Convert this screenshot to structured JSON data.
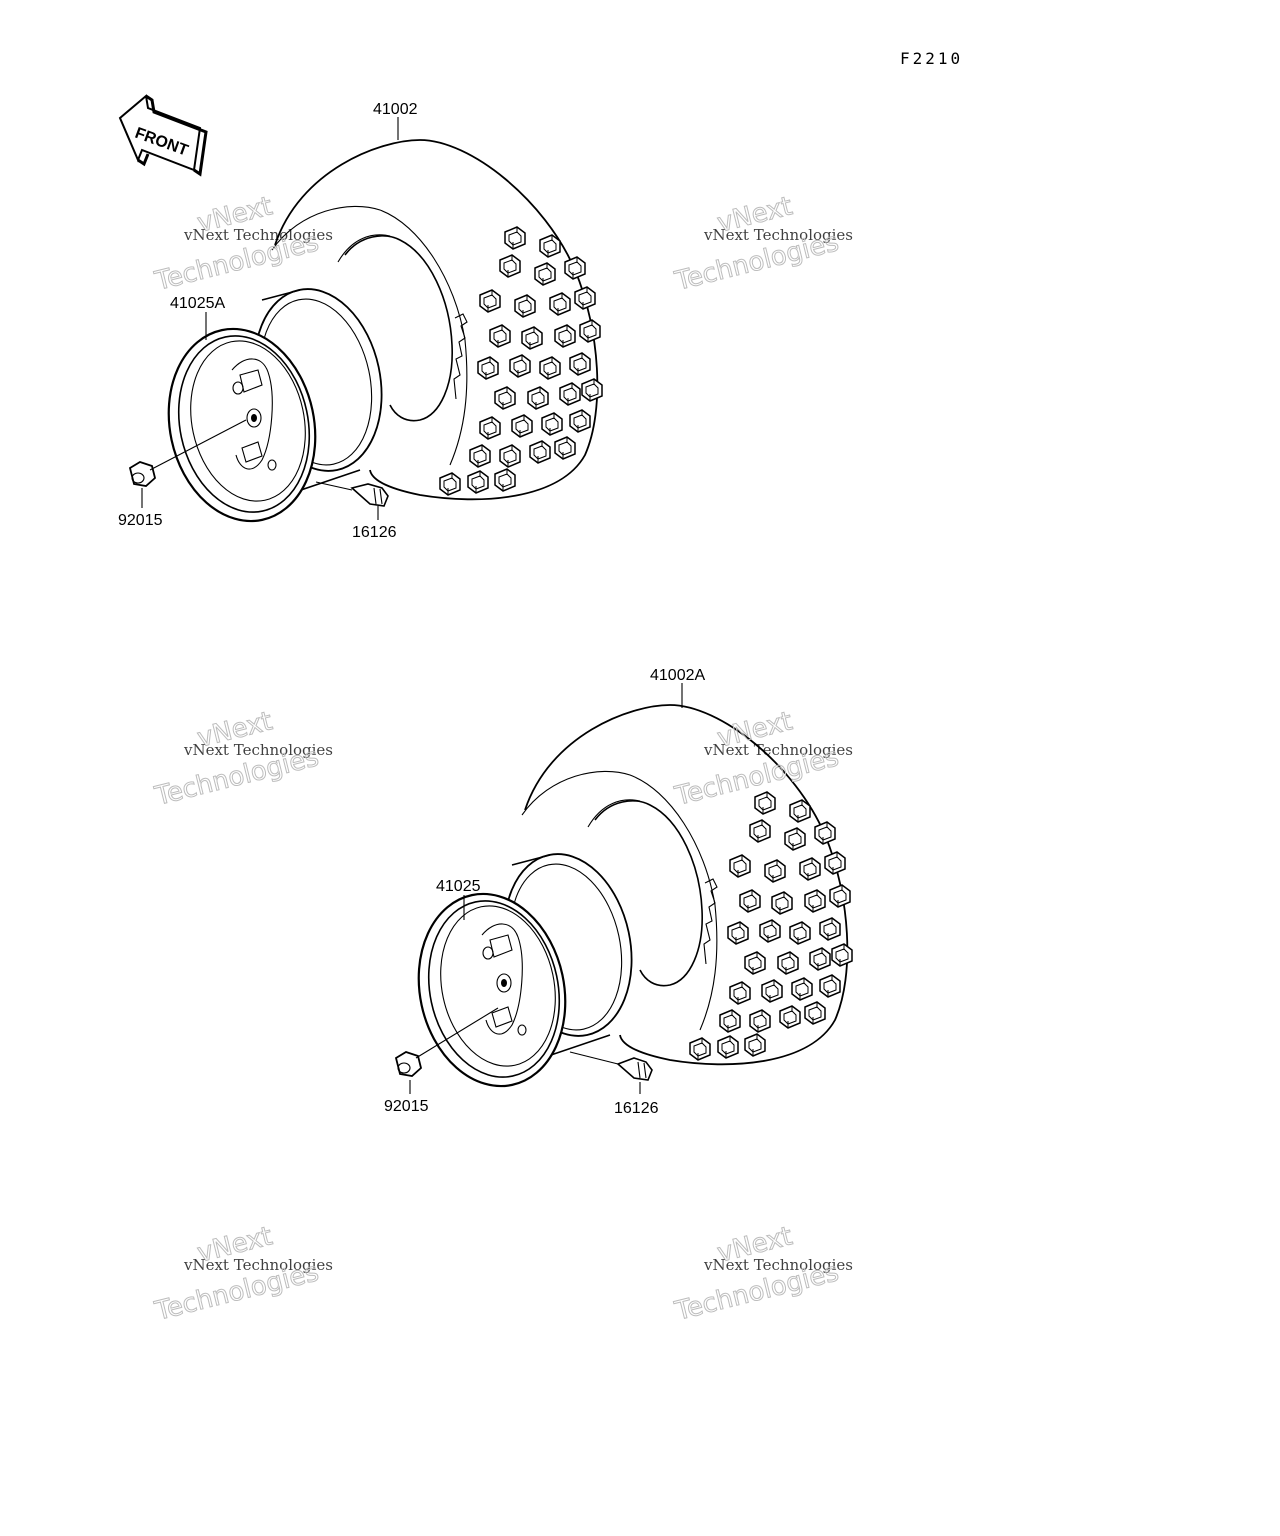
{
  "diagram": {
    "sheet_code": "F2210",
    "front_label": "FRONT",
    "upper_assembly": {
      "tire_part": "41002",
      "wheel_part": "41025A",
      "nut_part": "92015",
      "valve_part": "16126"
    },
    "lower_assembly": {
      "tire_part": "41002A",
      "wheel_part": "41025",
      "nut_part": "92015",
      "valve_part": "16126"
    },
    "watermark": {
      "line_small": "vNext Technologies",
      "line_outline_top": "vNext",
      "line_outline_bottom": "Technologies"
    },
    "colors": {
      "ink": "#000000",
      "paper": "#ffffff",
      "watermark_outline": "#bdbdbd"
    }
  }
}
